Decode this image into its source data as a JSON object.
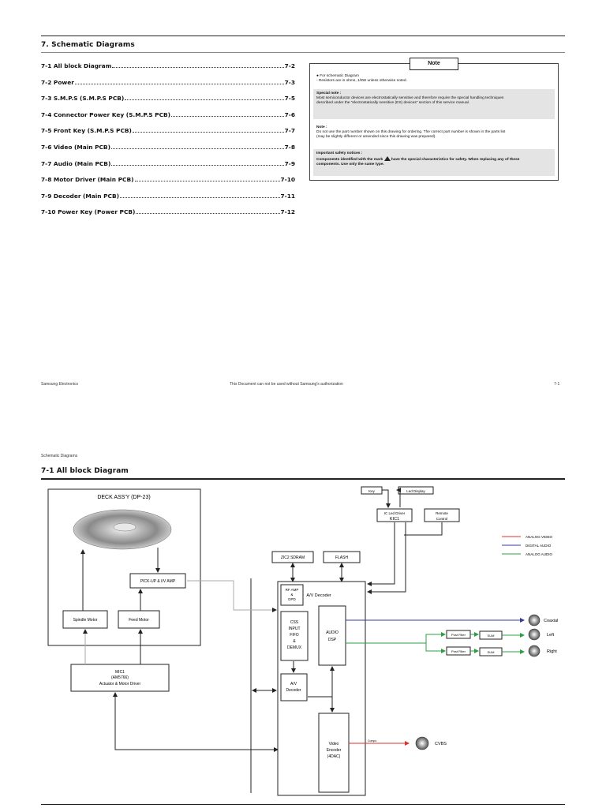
{
  "page1": {
    "section_title": "7. Schematic Diagrams",
    "toc": [
      {
        "label": "7-1 All block Diagram",
        "page": "7-2"
      },
      {
        "label": "7-2 Power",
        "page": "7-3"
      },
      {
        "label": "7-3 S.M.P.S (S.M.P.S PCB)",
        "page": "7-5"
      },
      {
        "label": "7-4 Connector Power Key (S.M.P.S PCB)",
        "page": "7-6"
      },
      {
        "label": "7-5 Front Key (S.M.P.S PCB)",
        "page": "7-7"
      },
      {
        "label": "7-6 Video (Main PCB)",
        "page": "7-8"
      },
      {
        "label": "7-7 Audio (Main PCB)",
        "page": "7-9"
      },
      {
        "label": "7-8 Motor Driver  (Main PCB)",
        "page": "7-10"
      },
      {
        "label": "7-9 Decoder (Main PCB)",
        "page": "7-11"
      },
      {
        "label": "7-10 Power Key (Power PCB)",
        "page": "7-12"
      }
    ],
    "note": {
      "tab": "Note",
      "line1": "● For schematic Diagram",
      "line2": "- Resistors are in ohms, 1/8W unless otherwise noted.",
      "special_title": "Special note :",
      "special_l1": "Most semiconductor devices are electrostatically sensitive and therefore require the special handling techniques",
      "special_l2": "described under the \"electrostatically sensitive (ES) devices\" section of this service manual.",
      "note_title": "Note :",
      "note_l1": "Do not use the part number shown on this drawing for ordering. The correct part number is shown in the parts list",
      "note_l2": "(may be slightly different or amended since this drawing was prepared).",
      "safety_title": "Important safety notices :",
      "safety_l1a": "Components identified with the mark",
      "safety_l1b": "have the special characteristics for safety. When replacing any of these",
      "safety_l2": "components. Use only the same type."
    },
    "footer": {
      "left": "Samsung Electronics",
      "center": "This Document can not be used without Samsung's authorization",
      "right": "7-1"
    }
  },
  "page2": {
    "header_small": "Schematic Diagrams",
    "section_title": "7-1 All block Diagram"
  },
  "diagram": {
    "deck": "DECK ASS'Y (DP-23)",
    "pickup": "PICK-UP & I/V AMP",
    "spindle": "Spindle Motor",
    "feed": "Feed Motor",
    "mic1_a": "MIC1",
    "mic1_b": "(AM5766)",
    "mic1_c": "Actuator & Motor Driver",
    "sdram": "ZIC2 SDRAM",
    "flash": "FLASH",
    "key": "Key",
    "led_display": "Led Display",
    "ic_led_a": "IC Led Driver",
    "ic_led_b": "KIC1",
    "remote_a": "Remote",
    "remote_b": "Control",
    "av_decoder_title": "A/V Decoder",
    "rfamp_a": "RF AMP",
    "rfamp_b": "&",
    "rfamp_c": "DPD",
    "css_a": "CSS",
    "css_b": "INPUT",
    "css_c": "FIFO",
    "css_d": "&",
    "css_e": "DEMUX",
    "audio_a": "AUDIO",
    "audio_b": "DSP",
    "avdec_a": "A/V",
    "avdec_b": "Decoder",
    "venc_a": "Video",
    "venc_b": "Encoder",
    "venc_c": "(4DAC)",
    "post_filter1": "Post Filter",
    "post_filter2": "Post Filter",
    "sum1": "SUM",
    "sum2": "SUM",
    "coaxial": "Coaxial",
    "left": "Left",
    "right": "Right",
    "cvbs": "CVBS",
    "compo": "Compo",
    "legend_analog_video": "ANALOG VIDEO",
    "legend_digital_audio": "DIGITAL AUDIO",
    "legend_analog_audio": "ANALOG AUDIO",
    "colors": {
      "analog_video": "#e03030",
      "digital_audio": "#3a3a9a",
      "analog_audio": "#2aa040"
    }
  }
}
